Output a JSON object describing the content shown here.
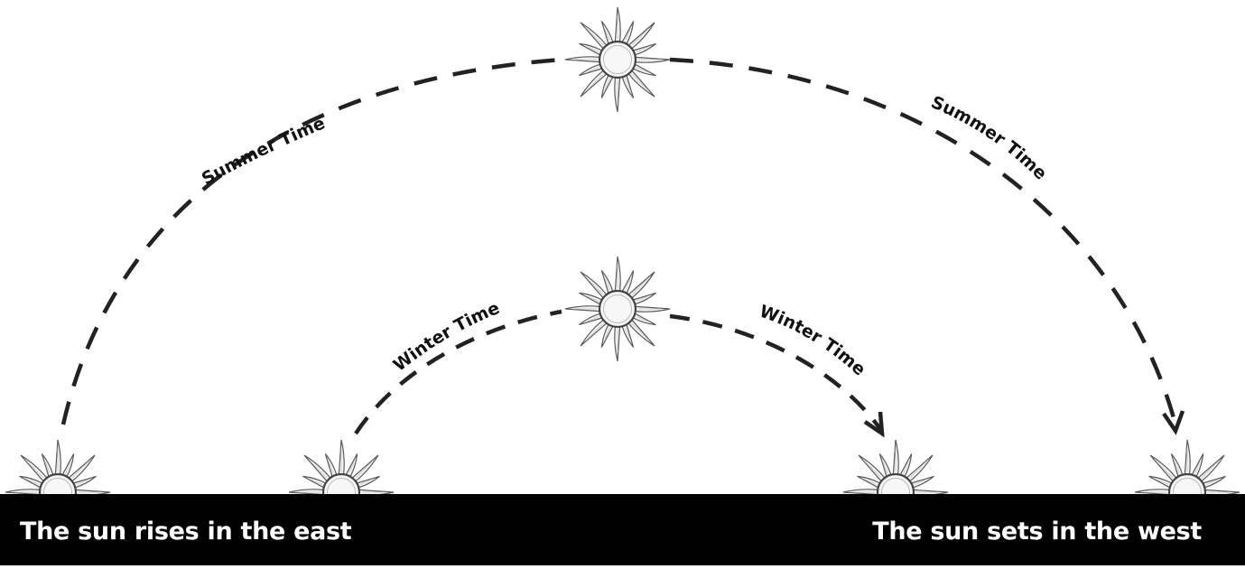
{
  "diagram": {
    "captions": {
      "east": "The sun rises in the east",
      "west": "The sun sets in the west"
    },
    "paths": {
      "summer": {
        "label_left": "Summer Time",
        "label_right": "Summer Time"
      },
      "winter": {
        "label_left": "Winter Time",
        "label_right": "Winter Time"
      }
    },
    "colors": {
      "ground": "#000000",
      "path_stroke": "#222222",
      "sun_fill": "#f2f2f2",
      "sun_stroke": "#555555",
      "caption_text": "#ffffff"
    }
  }
}
